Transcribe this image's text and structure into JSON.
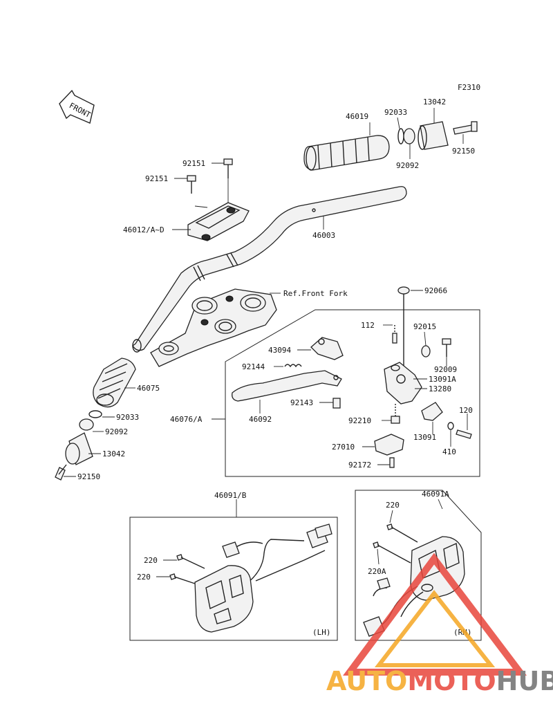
{
  "figure_code": "F2310",
  "front_arrow_text": "FRONT",
  "labels": {
    "l46019": "46019",
    "l92033_top": "92033",
    "l13042_top": "13042",
    "l92150_top": "92150",
    "l92092_top": "92092",
    "l92151_a": "92151",
    "l92151_b": "92151",
    "l46012": "46012/A~D",
    "l46003": "46003",
    "l_ref_fork": "Ref.Front Fork",
    "l92066": "92066",
    "l112": "112",
    "l92015": "92015",
    "l43094": "43094",
    "l92009": "92009",
    "l92144": "92144",
    "l13091A": "13091A",
    "l13280": "13280",
    "l46075": "46075",
    "l92143": "92143",
    "l46076": "46076/A",
    "l46092": "46092",
    "l92210": "92210",
    "l120": "120",
    "l92033_left": "92033",
    "l92092_left": "92092",
    "l13091": "13091",
    "l27010": "27010",
    "l410": "410",
    "l13042_left": "13042",
    "l92172": "92172",
    "l92150_left": "92150",
    "l46091B": "46091/B",
    "l46091A": "46091A",
    "l220_rh": "220",
    "l220A": "220A",
    "l220_lh1": "220",
    "l220_lh2": "220",
    "l_LH": "(LH)",
    "l_RH": "(RH)"
  },
  "watermark": {
    "part1": "AUTO",
    "part2": "MOTO",
    "part3": "HUB",
    "color_orange": "#f5a623",
    "color_red": "#e8463c",
    "color_gray": "#6f6f6f"
  }
}
